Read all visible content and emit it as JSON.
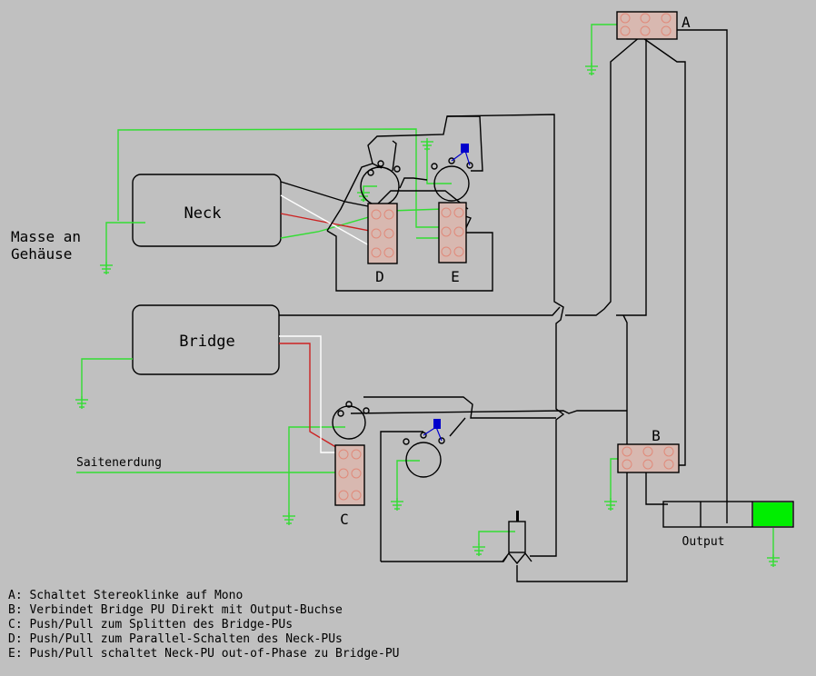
{
  "pickups": {
    "neck": "Neck",
    "bridge": "Bridge"
  },
  "labels": {
    "ground_to_housing": [
      "Masse an",
      "Gehäuse"
    ],
    "string_ground": "Saitenerdung",
    "output": "Output"
  },
  "switches": {
    "A": "A",
    "B": "B",
    "C": "C",
    "D": "D",
    "E": "E"
  },
  "wire_colors": {
    "hot": "#000000",
    "ground": "#33dd33",
    "coil_red": "#cc2222",
    "coil_white": "#ffffff",
    "capacitor": "#0000cc",
    "jack_ground_tab": "#00ee00"
  },
  "legend": [
    "A: Schaltet Stereoklinke auf Mono",
    "B: Verbindet Bridge PU Direkt mit Output-Buchse",
    "C: Push/Pull zum Splitten des Bridge-PUs",
    "D: Push/Pull zum Parallel-Schalten des Neck-PUs",
    "E: Push/Pull schaltet Neck-PU out-of-Phase zu Bridge-PU"
  ]
}
